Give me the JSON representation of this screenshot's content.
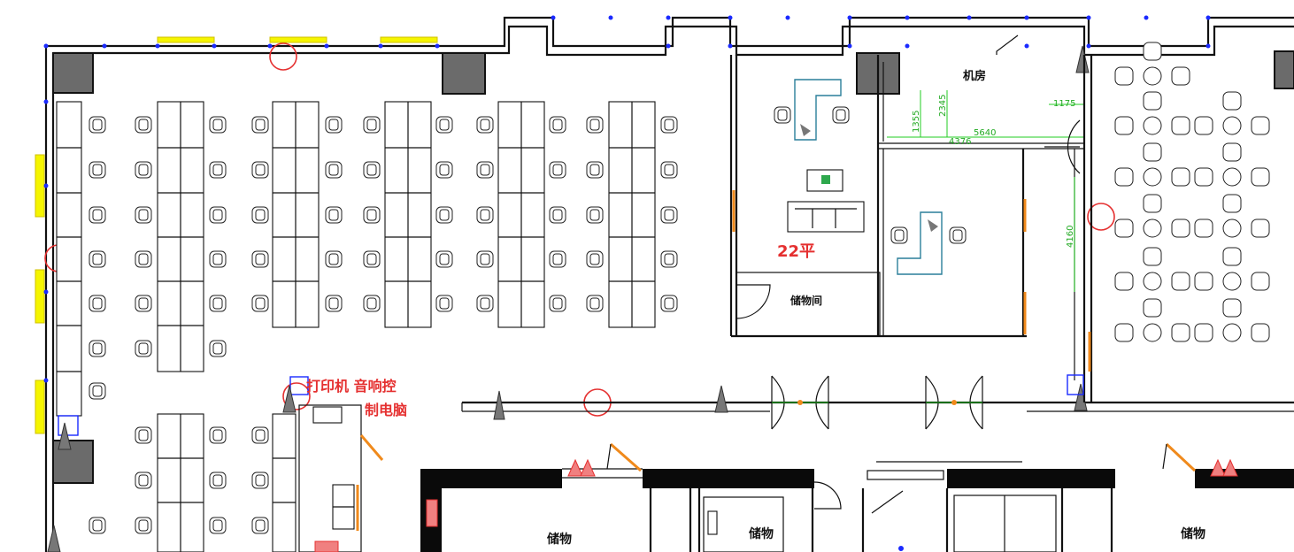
{
  "labels": {
    "server_room": "机房",
    "area": "22平",
    "storage": "储物间",
    "printer_line1": "打印机 音响控",
    "printer_line2": "制电脑",
    "lower_room_left": "储物",
    "lower_room_mid": "储物",
    "lower_room_right": "储物"
  },
  "dimensions": {
    "d1": "1175",
    "d2": "2345",
    "d3": "1355",
    "d4": "5640",
    "d5": "4376",
    "d6": "4160"
  },
  "colors": {
    "wall": "#111111",
    "dimension": "#22cc22",
    "annotation": "#e53030",
    "window": "#f5f500",
    "door": "#f08a1c",
    "teal_desk": "#2a7f9a",
    "node": "#1a2aff"
  }
}
